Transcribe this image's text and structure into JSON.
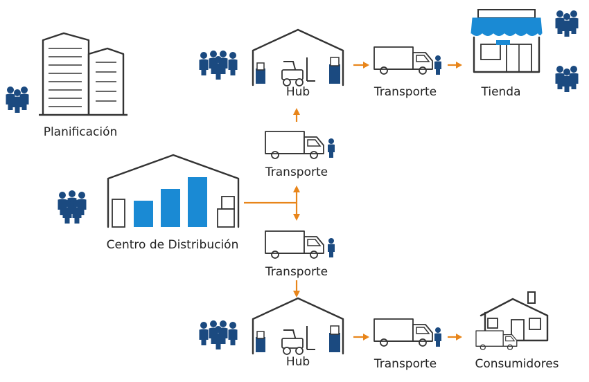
{
  "labels": {
    "planning": "Planificación",
    "distribution_center": "Centro de Distribución",
    "hub_top": "Hub",
    "hub_bottom": "Hub",
    "transport_mid_top": "Transporte",
    "transport_mid_bottom": "Transporte",
    "transport_top": "Transporte",
    "transport_bottom": "Transporte",
    "store": "Tienda",
    "consumers": "Consumidores"
  },
  "colors": {
    "arrow": "#E8851A",
    "people": "#1B4A80",
    "bars": "#1A8AD4",
    "store_roof": "#1A8AD4",
    "outline": "#333333"
  },
  "icons": [
    "office-building-icon",
    "people-group-icon",
    "warehouse-icon",
    "forklift-icon",
    "truck-icon",
    "driver-icon",
    "store-icon",
    "house-icon"
  ]
}
